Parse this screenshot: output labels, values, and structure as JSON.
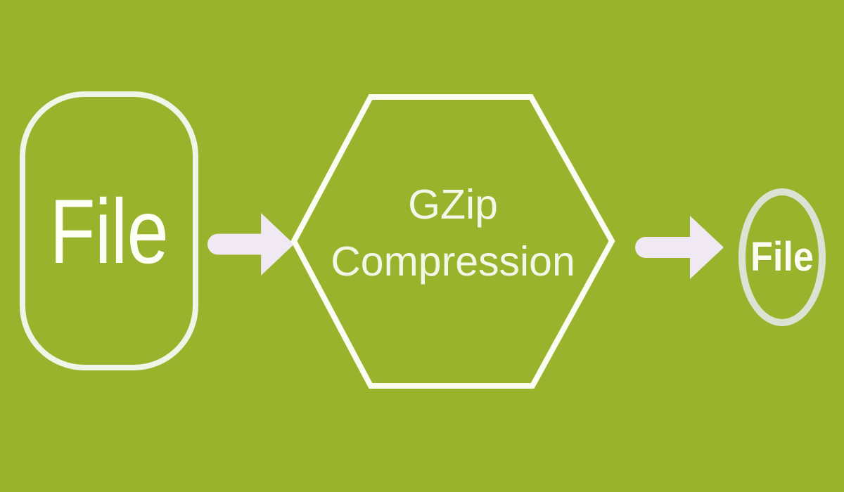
{
  "diagram": {
    "nodes": [
      {
        "id": "input-file",
        "shape": "rounded-rectangle",
        "label": "File"
      },
      {
        "id": "gzip-compression",
        "shape": "hexagon",
        "lines": [
          "GZip",
          "Compression"
        ]
      },
      {
        "id": "output-file",
        "shape": "ellipse",
        "label": "File"
      }
    ],
    "connectors": [
      {
        "from": "input-file",
        "to": "gzip-compression",
        "style": "right-arrow"
      },
      {
        "from": "gzip-compression",
        "to": "output-file",
        "style": "right-arrow"
      }
    ],
    "colors": {
      "background": "#99b32d",
      "rounded_rect_stroke": "#eef6e8",
      "hexagon_stroke": "#fbfdf2",
      "ellipse_stroke": "#dde2d4",
      "arrow_fill": "#f0e9f3",
      "text": "#fcfdf1"
    }
  }
}
